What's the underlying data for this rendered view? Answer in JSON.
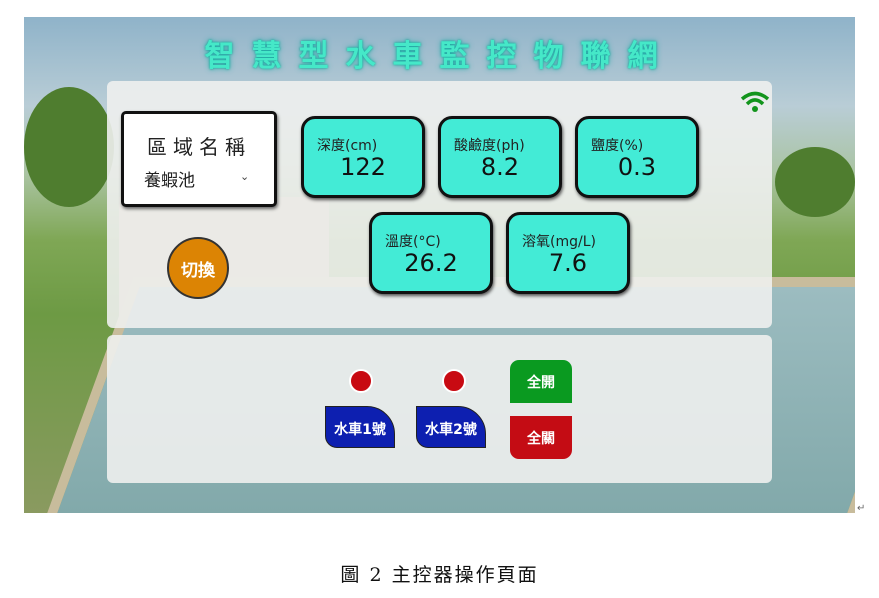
{
  "app_title": "智慧型水車監控物聯網",
  "area": {
    "label": "區域名稱",
    "selected": "養蝦池"
  },
  "switch_label": "切換",
  "sensors": [
    {
      "name": "深度(cm)",
      "value": "122"
    },
    {
      "name": "酸鹼度(ph)",
      "value": "8.2"
    },
    {
      "name": "鹽度(%)",
      "value": "0.3"
    },
    {
      "name": "溫度(°C)",
      "value": "26.2"
    },
    {
      "name": "溶氧(mg/L)",
      "value": "7.6"
    }
  ],
  "wheels": [
    {
      "label": "水車1號",
      "status_color": "#c80a12"
    },
    {
      "label": "水車2號",
      "status_color": "#c80a12"
    }
  ],
  "all_on": "全開",
  "all_off": "全關",
  "caption": "圖 2 主控器操作頁面",
  "colors": {
    "card": "#43ebd6",
    "on": "#0a9a20",
    "off": "#c40c14",
    "wheel": "#0d1fb0",
    "switch": "#dc8404"
  }
}
